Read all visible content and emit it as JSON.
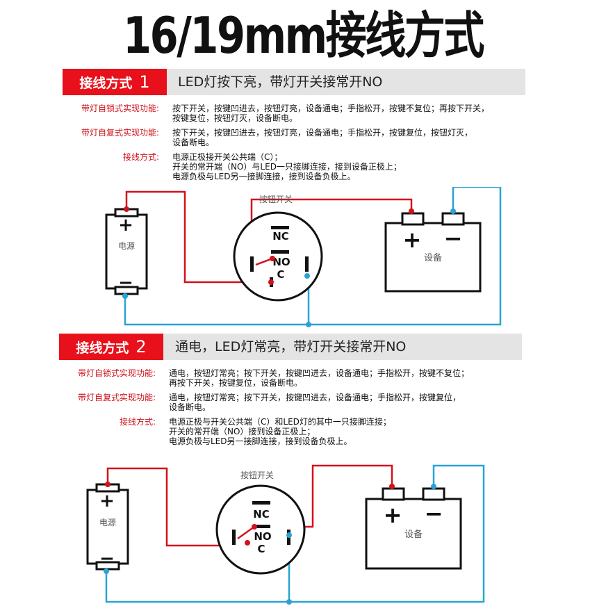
{
  "title": "16/19mm接线方式",
  "sections": [
    {
      "tag": "接线方式",
      "num": "1",
      "heading": "LED灯按下亮，带灯开关接常开NO",
      "rows": [
        {
          "label": "带灯自锁式实现功能:",
          "text": "按下开关，按键凹进去，按钮灯亮，设备通电；手指松开，按键不复位；再按下开关，\n按键复位，按钮灯灭，设备断电。"
        },
        {
          "label": "带灯自复式实现功能:",
          "text": "按下开关，按键凹进去，按钮灯亮，设备通电；手指松开，按键复位，按钮灯灭，\n设备断电。"
        },
        {
          "label": "接线方式:",
          "text": "电源正极接开关公共端（C）；\n开关的常开端（NO）与LED一只接脚连接，接到设备正极上；\n电源负极与LED另一接脚连接，接到设备负极上。"
        }
      ],
      "diagram": {
        "switch_label": "按钮开关",
        "power_label": "电源",
        "device_label": "设备",
        "nc": "NC",
        "no": "NO",
        "c": "C",
        "plus": "+",
        "minus": "−"
      }
    },
    {
      "tag": "接线方式",
      "num": "2",
      "heading": "通电，LED灯常亮，带灯开关接常开NO",
      "rows": [
        {
          "label": "带灯自锁式实现功能:",
          "text": "通电，按钮灯常亮；按下开关，按键凹进去，设备通电；手指松开，按键不复位；\n再按下开关，按键复位，设备断电。"
        },
        {
          "label": "带灯自复式实现功能:",
          "text": "通电，按钮灯常亮；按下开关，按键凹进去，设备通电；手指松开，按键复位，\n设备断电。"
        },
        {
          "label": "接线方式:",
          "text": "电源正极与开关公共端（C）和LED灯的其中一只接脚连接；\n开关的常开端（NO）接到设备正极上；\n电源负极与LED另一接脚连接，接到设备负极上。"
        }
      ],
      "diagram": {
        "switch_label": "按钮开关",
        "power_label": "电源",
        "device_label": "设备",
        "nc": "NC",
        "no": "NO",
        "c": "C",
        "plus": "+",
        "minus": "−"
      }
    }
  ],
  "colors": {
    "red_wire": "#d4111b",
    "blue_wire": "#29a3d6",
    "tag_bg": "#e8101a",
    "head_bg": "#e4e4e4"
  }
}
